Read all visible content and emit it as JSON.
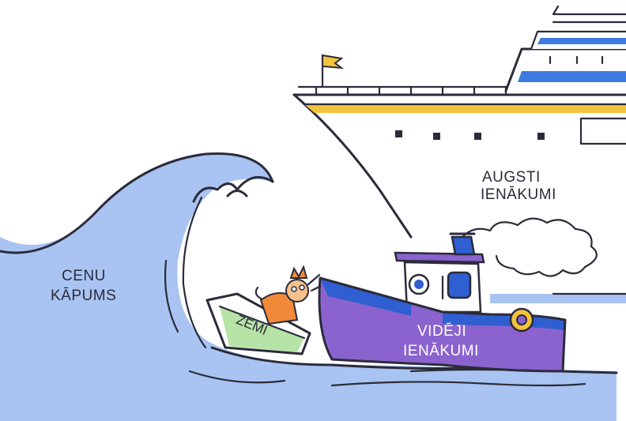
{
  "illustration": {
    "wave_label_line1": "CENU",
    "wave_label_line2": "KĀPUMS",
    "ship_label_line1": "AUGSTI",
    "ship_label_line2": "IENĀKUMI",
    "tug_label_line1": "VIDĒJI",
    "tug_label_line2": "IENĀKUMI",
    "dinghy_label": "ZEMI"
  },
  "colors": {
    "water": "#a9c4f2",
    "water_light": "#c8daf8",
    "ink": "#2b2b3a",
    "tug_hull": "#8a63cf",
    "tug_blue": "#2f5fd0",
    "ship_stripe_yellow": "#f3c33c",
    "ship_stripe_blue": "#3d7be0",
    "dinghy_green": "#b6e3a6",
    "person_orange": "#f08a3a"
  }
}
